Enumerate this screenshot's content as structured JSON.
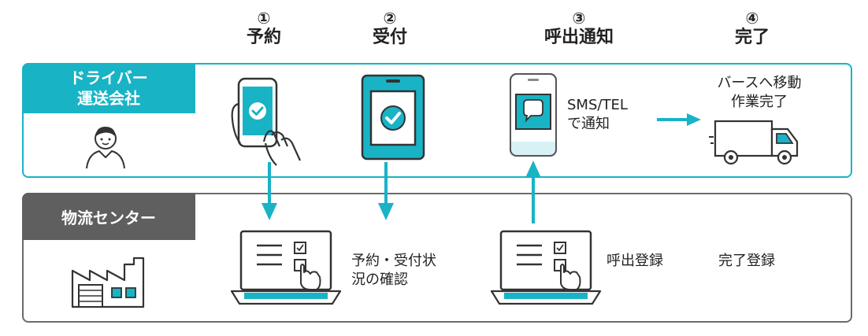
{
  "steps": [
    {
      "num": "①",
      "title": "予約"
    },
    {
      "num": "②",
      "title": "受付"
    },
    {
      "num": "③",
      "title": "呼出通知"
    },
    {
      "num": "④",
      "title": "完了"
    }
  ],
  "lanes": {
    "driver": {
      "line1": "ドライバー",
      "line2": "運送会社"
    },
    "center": {
      "label": "物流センター"
    }
  },
  "labels": {
    "sms_line1": "SMS/TEL",
    "sms_line2": "で通知",
    "move_line1": "バースへ移動",
    "move_line2": "作業完了",
    "status_line1": "予約・受付状",
    "status_line2": "況の確認",
    "call_register": "呼出登録",
    "complete_register": "完了登録"
  },
  "colors": {
    "accent": "#19b3c6",
    "gray": "#5f5f5f"
  }
}
